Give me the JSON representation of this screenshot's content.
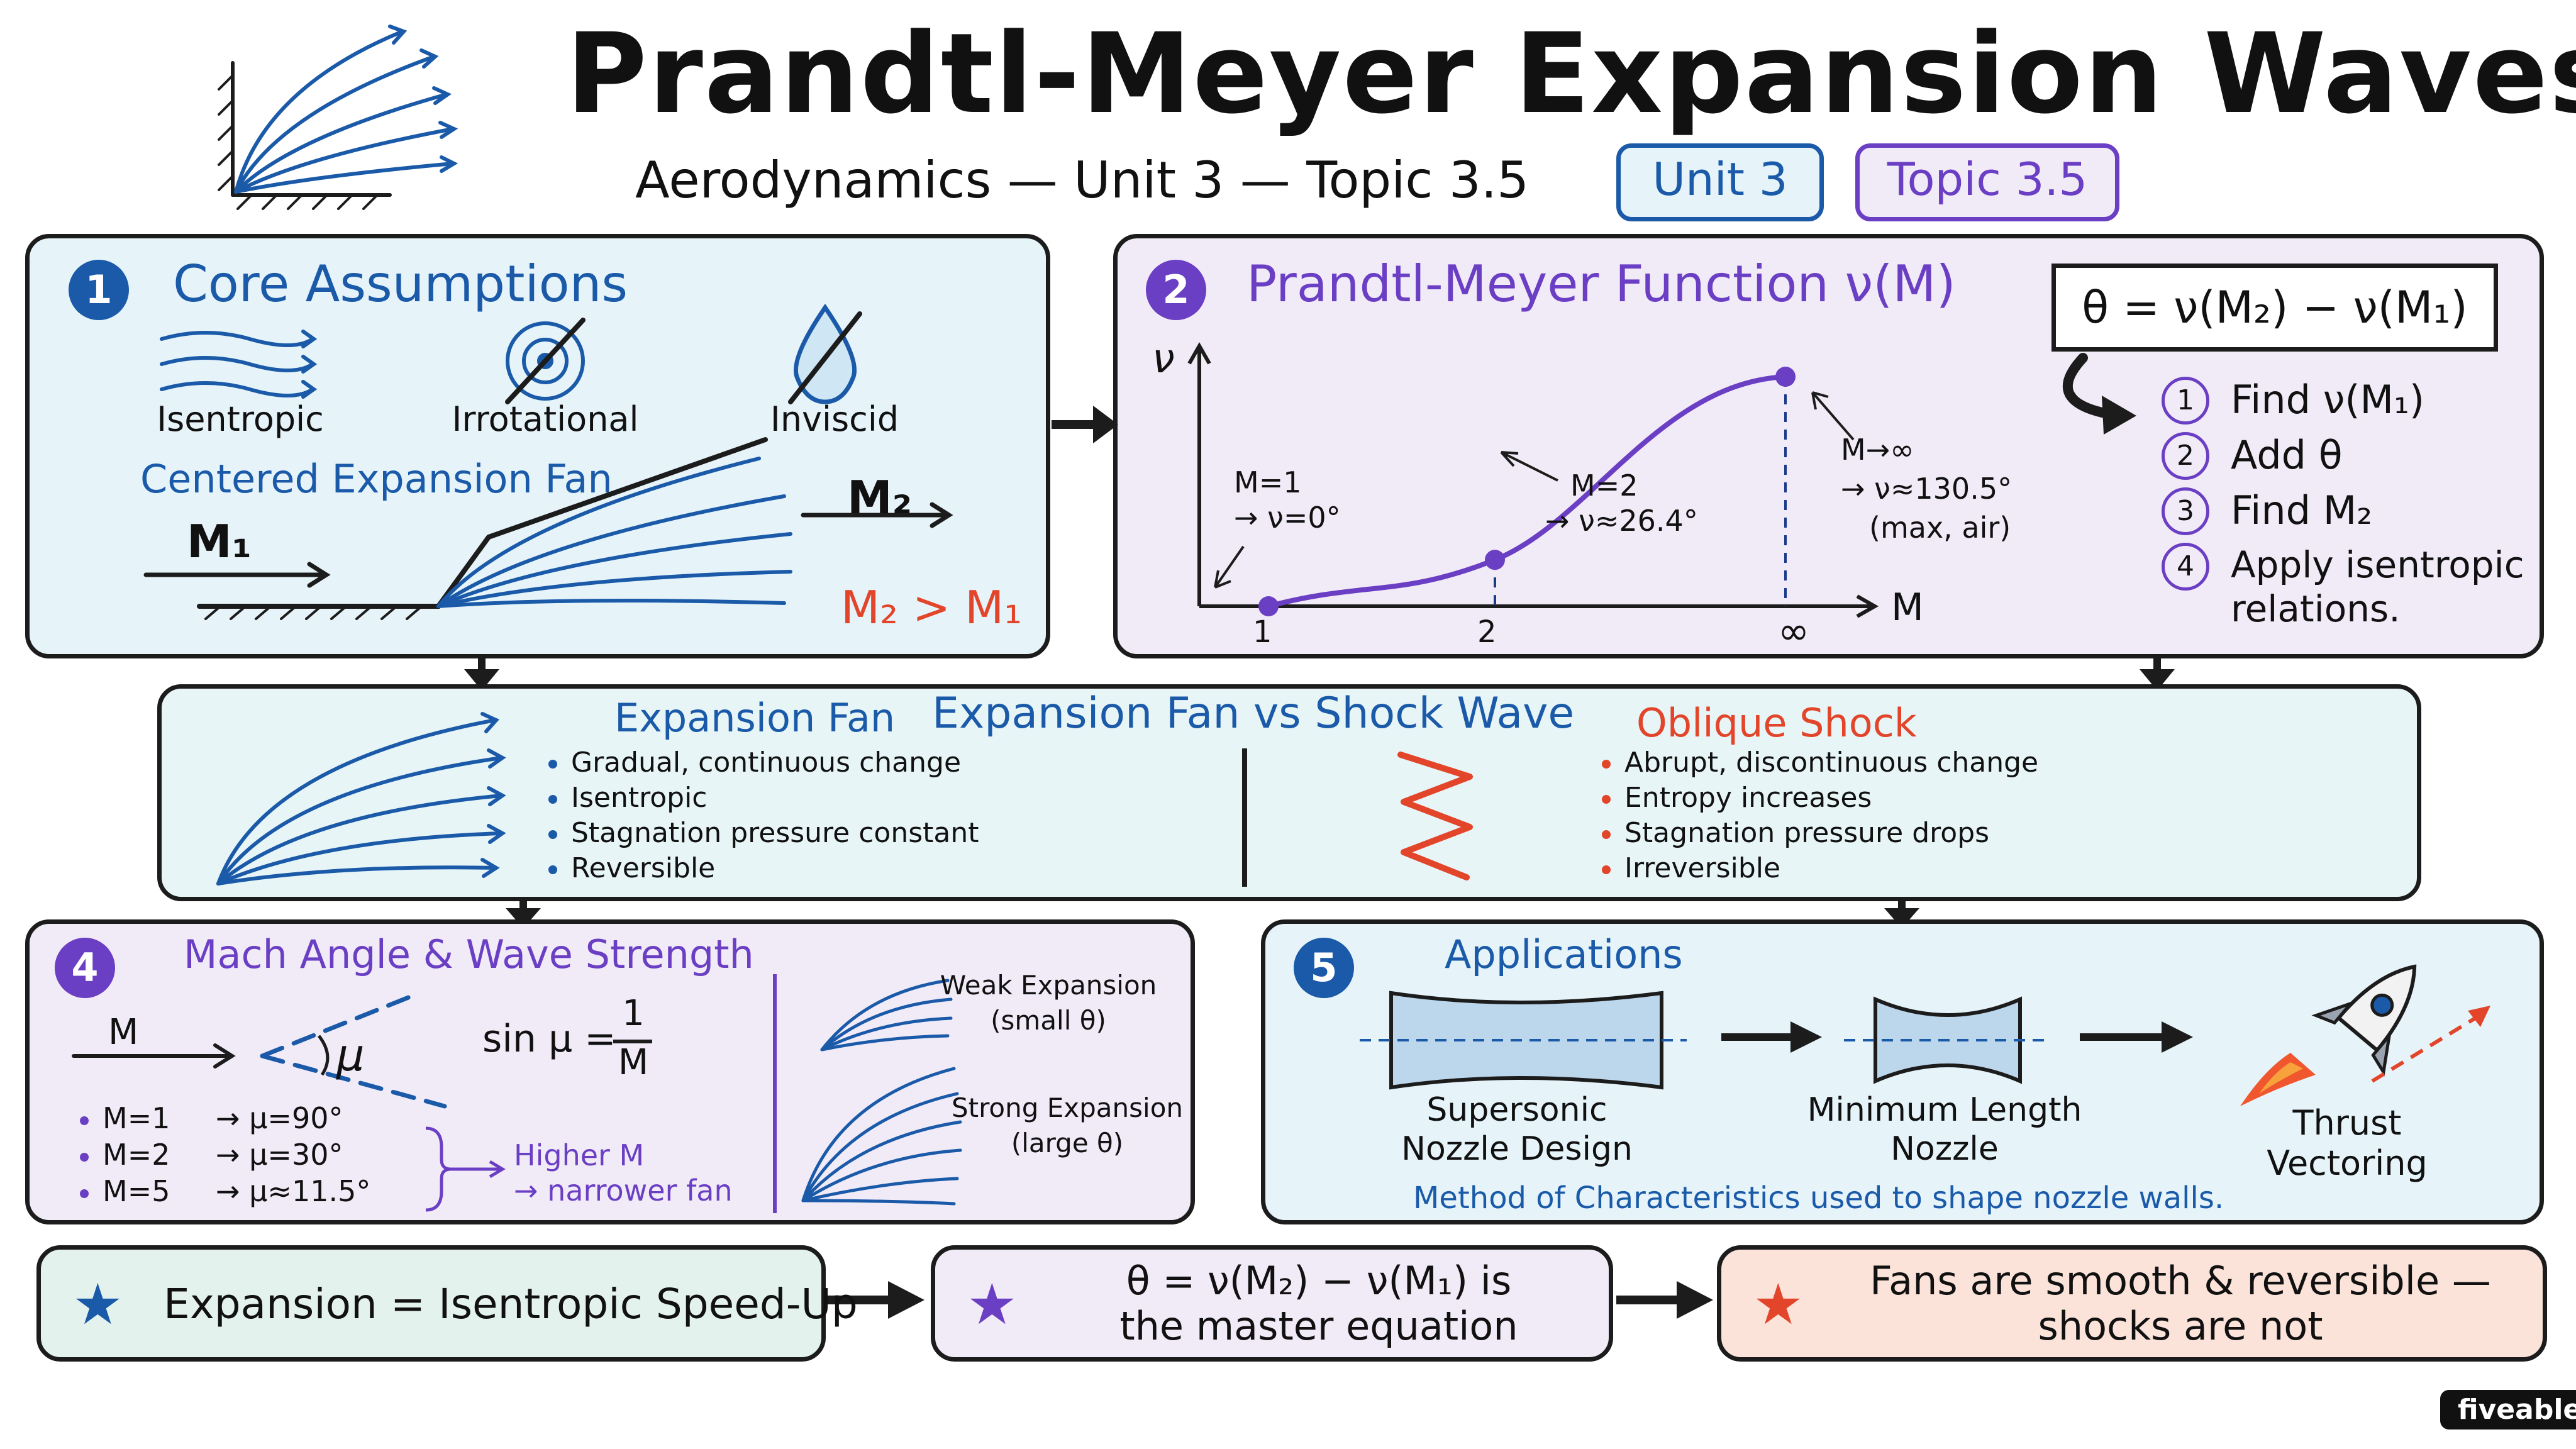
{
  "title": "Prandtl-Meyer Expansion Waves",
  "subtitle": "Aerodynamics — Unit 3 — Topic 3.5",
  "badges": {
    "unit": "Unit 3",
    "topic": "Topic 3.5"
  },
  "colors": {
    "blue": "#1a5aa8",
    "purple": "#6b3fc4",
    "red": "#e2452a",
    "black": "#1c1c1c"
  },
  "panel1": {
    "number": "1",
    "heading": "Core Assumptions",
    "assumptions": [
      "Isentropic",
      "Irrotational",
      "Inviscid"
    ],
    "fan_label": "Centered Expansion Fan",
    "m1": "M₁",
    "m2": "M₂",
    "m2_gt_m1": "M₂ > M₁"
  },
  "panel2": {
    "number": "2",
    "heading": "Prandtl-Meyer Function ν(M)",
    "equation": "θ = ν(M₂) − ν(M₁)",
    "steps": [
      {
        "n": "1",
        "text": "Find ν(M₁)"
      },
      {
        "n": "2",
        "text": "Add θ"
      },
      {
        "n": "3",
        "text": "Find M₂"
      },
      {
        "n": "4",
        "text": "Apply isentropic relations."
      }
    ],
    "chart_data": {
      "type": "line",
      "title": "",
      "xlabel": "M",
      "ylabel": "ν",
      "x_ticks": [
        "1",
        "2",
        "∞"
      ],
      "points": [
        {
          "x": "1",
          "y": 0,
          "label": "M=1 → ν=0°"
        },
        {
          "x": "2",
          "y": 26.4,
          "label": "M=2 → ν≈26.4°"
        },
        {
          "x": "∞",
          "y": 130.5,
          "label": "M→∞ → ν≈130.5° (max, air)"
        }
      ]
    },
    "annotations": {
      "m1": [
        "M=1",
        "→ ν=0°"
      ],
      "m2": [
        "M=2",
        "→ ν≈26.4°"
      ],
      "minf": [
        "M→∞",
        "→ ν≈130.5°",
        "(max, air)"
      ]
    }
  },
  "panel3": {
    "heading": "Expansion Fan vs Shock Wave",
    "fan_title": "Expansion Fan",
    "fan_items": [
      "Gradual, continuous change",
      "Isentropic",
      "Stagnation pressure constant",
      "Reversible"
    ],
    "shock_title": "Oblique Shock",
    "shock_items": [
      "Abrupt, discontinuous change",
      "Entropy increases",
      "Stagnation pressure drops",
      "Irreversible"
    ]
  },
  "panel4": {
    "number": "4",
    "heading": "Mach Angle & Wave Strength",
    "m": "M",
    "mu": "μ",
    "formula_left": "sin μ =",
    "formula_num": "1",
    "formula_den": "M",
    "cases": [
      {
        "m": "M=1",
        "mu": "→ μ=90°"
      },
      {
        "m": "M=2",
        "mu": "→ μ=30°"
      },
      {
        "m": "M=5",
        "mu": "→ μ≈11.5°"
      }
    ],
    "higher": [
      "Higher M",
      "→ narrower fan"
    ],
    "weak": [
      "Weak Expansion",
      "(small θ)"
    ],
    "strong": [
      "Strong Expansion",
      "(large θ)"
    ]
  },
  "panel5": {
    "number": "5",
    "heading": "Applications",
    "apps": [
      [
        "Supersonic",
        "Nozzle Design"
      ],
      [
        "Minimum Length",
        "Nozzle"
      ],
      [
        "Thrust",
        "Vectoring"
      ]
    ],
    "note": "Method of Characteristics used to shape nozzle walls."
  },
  "summary": [
    {
      "lines": [
        "Expansion = Isentropic Speed-Up"
      ]
    },
    {
      "lines": [
        "θ = ν(M₂) − ν(M₁) is",
        "the master equation"
      ]
    },
    {
      "lines": [
        "Fans are smooth & reversible —",
        "shocks are not"
      ]
    }
  ],
  "brand": "fiveable"
}
